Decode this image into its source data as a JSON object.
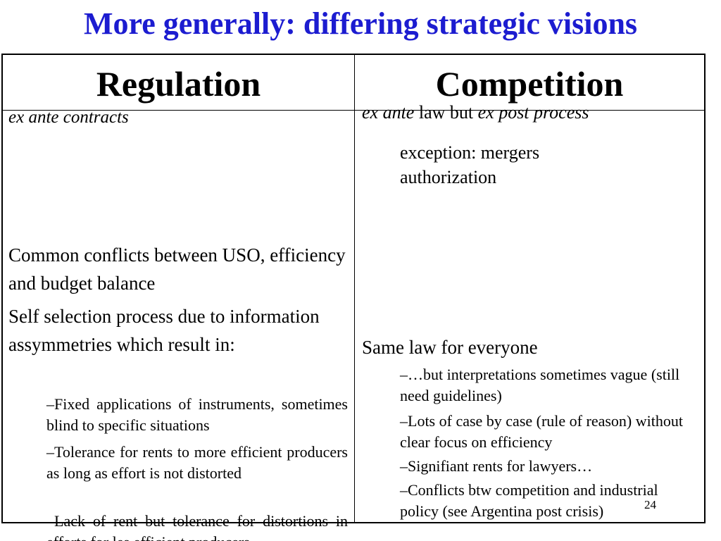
{
  "slide": {
    "title": "More generally: differing strategic visions",
    "page_number": "24"
  },
  "table": {
    "headers": [
      "Regulation",
      "Competition"
    ],
    "left": {
      "ex_ante": "ex ante contracts",
      "conflicts": "Common conflicts between USO, efficiency and budget balance",
      "self_selection": "Self selection process due to information assymmetries which result in:",
      "bullets": [
        "–Fixed applications of instruments, sometimes blind to specific situations",
        "–Tolerance for rents to more efficient producers as long as effort is not distorted",
        "–Lack of rent but tolerance for distortions in efforts for les efficient producers."
      ]
    },
    "right": {
      "line1_a": "ex ante",
      "line1_b": " law but ",
      "line1_c": "ex post process",
      "exception": "exception: mergers authorization",
      "same_law": "Same law for everyone",
      "bullets": [
        "–…but interpretations sometimes vague (still need guidelines)",
        "–Lots of case by case (rule of reason) without clear focus on efficiency",
        "–Signifiant rents for lawyers…",
        "–Conflicts btw competition and industrial policy (see Argentina post crisis)"
      ]
    }
  },
  "colors": {
    "title": "#1c1cd0",
    "text": "#000000",
    "border": "#000000"
  }
}
